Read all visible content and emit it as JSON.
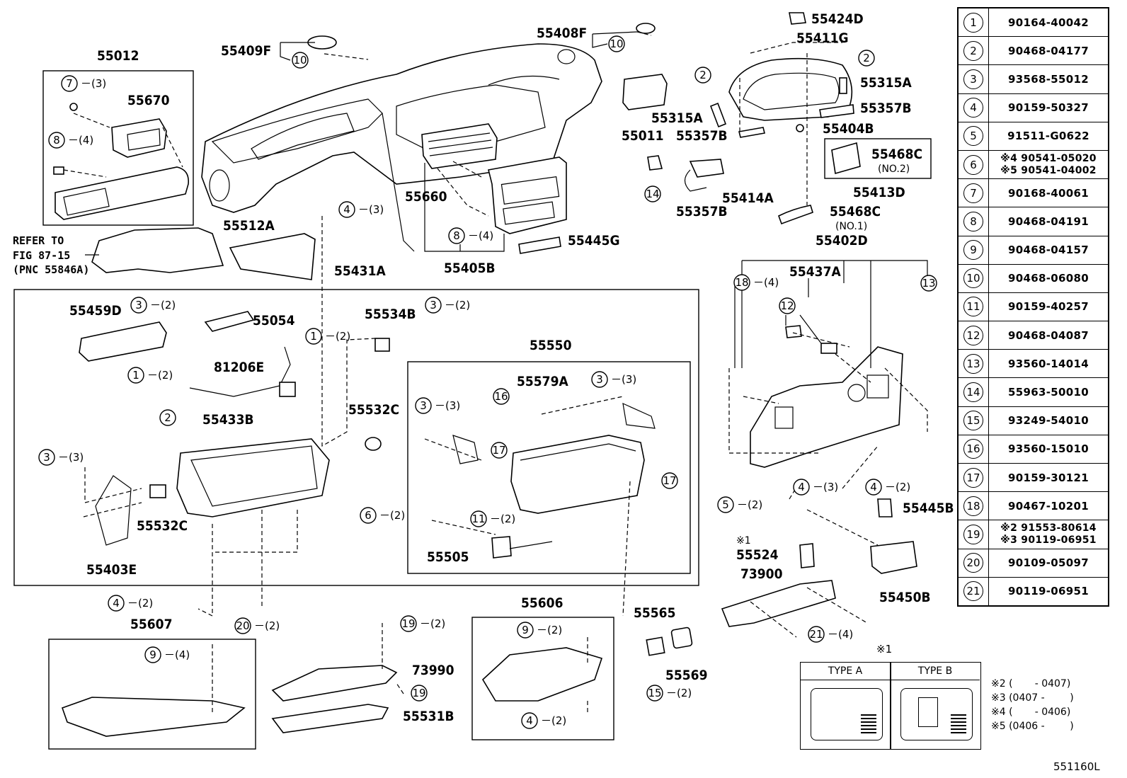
{
  "figure_code": "551160L",
  "reference_table": [
    {
      "num": "1",
      "parts": [
        "90164-40042"
      ]
    },
    {
      "num": "2",
      "parts": [
        "90468-04177"
      ]
    },
    {
      "num": "3",
      "parts": [
        "93568-55012"
      ]
    },
    {
      "num": "4",
      "parts": [
        "90159-50327"
      ]
    },
    {
      "num": "5",
      "parts": [
        "91511-G0622"
      ]
    },
    {
      "num": "6",
      "parts": [
        "※4 90541-05020",
        "※5 90541-04002"
      ]
    },
    {
      "num": "7",
      "parts": [
        "90168-40061"
      ]
    },
    {
      "num": "8",
      "parts": [
        "90468-04191"
      ]
    },
    {
      "num": "9",
      "parts": [
        "90468-04157"
      ]
    },
    {
      "num": "10",
      "parts": [
        "90468-06080"
      ]
    },
    {
      "num": "11",
      "parts": [
        "90159-40257"
      ]
    },
    {
      "num": "12",
      "parts": [
        "90468-04087"
      ]
    },
    {
      "num": "13",
      "parts": [
        "93560-14014"
      ]
    },
    {
      "num": "14",
      "parts": [
        "55963-50010"
      ]
    },
    {
      "num": "15",
      "parts": [
        "93249-54010"
      ]
    },
    {
      "num": "16",
      "parts": [
        "93560-15010"
      ]
    },
    {
      "num": "17",
      "parts": [
        "90159-30121"
      ]
    },
    {
      "num": "18",
      "parts": [
        "90467-10201"
      ]
    },
    {
      "num": "19",
      "parts": [
        "※2 91553-80614",
        "※3 90119-06951"
      ]
    },
    {
      "num": "20",
      "parts": [
        "90109-05097"
      ]
    },
    {
      "num": "21",
      "parts": [
        "90119-06951"
      ]
    }
  ],
  "date_notes": [
    "※2 (       - 0407)",
    "※3 (0407 -        )",
    "※4 (       - 0406)",
    "※5 (0406 -        )"
  ],
  "type_box": {
    "star": "※1",
    "type_a": "TYPE A",
    "type_b": "TYPE B"
  },
  "refer_note": [
    "REFER TO",
    "FIG 87-15",
    "(PNC 55846A)"
  ],
  "part_labels": [
    {
      "id": "55012",
      "text": "55012"
    },
    {
      "id": "55670",
      "text": "55670"
    },
    {
      "id": "55409F",
      "text": "55409F"
    },
    {
      "id": "55408F",
      "text": "55408F"
    },
    {
      "id": "55424D",
      "text": "55424D"
    },
    {
      "id": "55411G",
      "text": "55411G"
    },
    {
      "id": "55315A-r",
      "text": "55315A"
    },
    {
      "id": "55357B-r",
      "text": "55357B"
    },
    {
      "id": "55315A-l",
      "text": "55315A"
    },
    {
      "id": "55011",
      "text": "55011"
    },
    {
      "id": "55357B-m",
      "text": "55357B"
    },
    {
      "id": "55404B",
      "text": "55404B"
    },
    {
      "id": "55468C-2",
      "text": "55468C"
    },
    {
      "id": "55468C-2-sub",
      "text": "(NO.2)"
    },
    {
      "id": "55413D",
      "text": "55413D"
    },
    {
      "id": "55414A",
      "text": "55414A"
    },
    {
      "id": "55357B-b",
      "text": "55357B"
    },
    {
      "id": "55468C-1",
      "text": "55468C"
    },
    {
      "id": "55468C-1-sub",
      "text": "(NO.1)"
    },
    {
      "id": "55402D",
      "text": "55402D"
    },
    {
      "id": "55437A",
      "text": "55437A"
    },
    {
      "id": "55660",
      "text": "55660"
    },
    {
      "id": "55405B",
      "text": "55405B"
    },
    {
      "id": "55445G",
      "text": "55445G"
    },
    {
      "id": "55512A",
      "text": "55512A"
    },
    {
      "id": "55431A",
      "text": "55431A"
    },
    {
      "id": "55459D",
      "text": "55459D"
    },
    {
      "id": "55054",
      "text": "55054"
    },
    {
      "id": "55534B",
      "text": "55534B"
    },
    {
      "id": "81206E",
      "text": "81206E"
    },
    {
      "id": "55550",
      "text": "55550"
    },
    {
      "id": "55579A",
      "text": "55579A"
    },
    {
      "id": "55433B",
      "text": "55433B"
    },
    {
      "id": "55532C-r",
      "text": "55532C"
    },
    {
      "id": "55532C-l",
      "text": "55532C"
    },
    {
      "id": "55403E",
      "text": "55403E"
    },
    {
      "id": "55505",
      "text": "55505"
    },
    {
      "id": "55445B",
      "text": "55445B"
    },
    {
      "id": "55450B",
      "text": "55450B"
    },
    {
      "id": "55524-star",
      "text": "※1"
    },
    {
      "id": "55524",
      "text": "55524"
    },
    {
      "id": "73900",
      "text": "73900"
    },
    {
      "id": "55607",
      "text": "55607"
    },
    {
      "id": "55606",
      "text": "55606"
    },
    {
      "id": "73990",
      "text": "73990"
    },
    {
      "id": "55531B",
      "text": "55531B"
    },
    {
      "id": "55565",
      "text": "55565"
    },
    {
      "id": "55569",
      "text": "55569"
    }
  ],
  "callouts": [
    {
      "id": "c7",
      "num": "7",
      "qty": "－(3)"
    },
    {
      "id": "c8a",
      "num": "8",
      "qty": "－(4)"
    },
    {
      "id": "c10a",
      "num": "10",
      "qty": ""
    },
    {
      "id": "c10b",
      "num": "10",
      "qty": ""
    },
    {
      "id": "c2a",
      "num": "2",
      "qty": ""
    },
    {
      "id": "c2b",
      "num": "2",
      "qty": ""
    },
    {
      "id": "c14",
      "num": "14",
      "qty": ""
    },
    {
      "id": "c4a",
      "num": "4",
      "qty": "－(3)"
    },
    {
      "id": "c8b",
      "num": "8",
      "qty": "－(4)"
    },
    {
      "id": "c18",
      "num": "18",
      "qty": "－(4)"
    },
    {
      "id": "c12",
      "num": "12",
      "qty": ""
    },
    {
      "id": "c13",
      "num": "13",
      "qty": ""
    },
    {
      "id": "c3a",
      "num": "3",
      "qty": "－(2)"
    },
    {
      "id": "c3b",
      "num": "3",
      "qty": "－(2)"
    },
    {
      "id": "c1a",
      "num": "1",
      "qty": "－(2)"
    },
    {
      "id": "c1b",
      "num": "1",
      "qty": "－(2)"
    },
    {
      "id": "c3c",
      "num": "3",
      "qty": "－(3)"
    },
    {
      "id": "c16",
      "num": "16",
      "qty": ""
    },
    {
      "id": "c2c",
      "num": "2",
      "qty": ""
    },
    {
      "id": "c3d",
      "num": "3",
      "qty": "－(3)"
    },
    {
      "id": "c3e",
      "num": "3",
      "qty": "－(3)"
    },
    {
      "id": "c17a",
      "num": "17",
      "qty": ""
    },
    {
      "id": "c17b",
      "num": "17",
      "qty": ""
    },
    {
      "id": "c6",
      "num": "6",
      "qty": "－(2)"
    },
    {
      "id": "c11",
      "num": "11",
      "qty": "－(2)"
    },
    {
      "id": "c5",
      "num": "5",
      "qty": "－(2)"
    },
    {
      "id": "c4b",
      "num": "4",
      "qty": "－(3)"
    },
    {
      "id": "c4c",
      "num": "4",
      "qty": "－(2)"
    },
    {
      "id": "c4d",
      "num": "4",
      "qty": "－(2)"
    },
    {
      "id": "c20",
      "num": "20",
      "qty": "－(2)"
    },
    {
      "id": "c9a",
      "num": "9",
      "qty": "－(4)"
    },
    {
      "id": "c19a",
      "num": "19",
      "qty": "－(2)"
    },
    {
      "id": "c19b",
      "num": "19",
      "qty": ""
    },
    {
      "id": "c9b",
      "num": "9",
      "qty": "－(2)"
    },
    {
      "id": "c4e",
      "num": "4",
      "qty": "－(2)"
    },
    {
      "id": "c15",
      "num": "15",
      "qty": "－(2)"
    },
    {
      "id": "c21",
      "num": "21",
      "qty": "－(4)"
    }
  ]
}
